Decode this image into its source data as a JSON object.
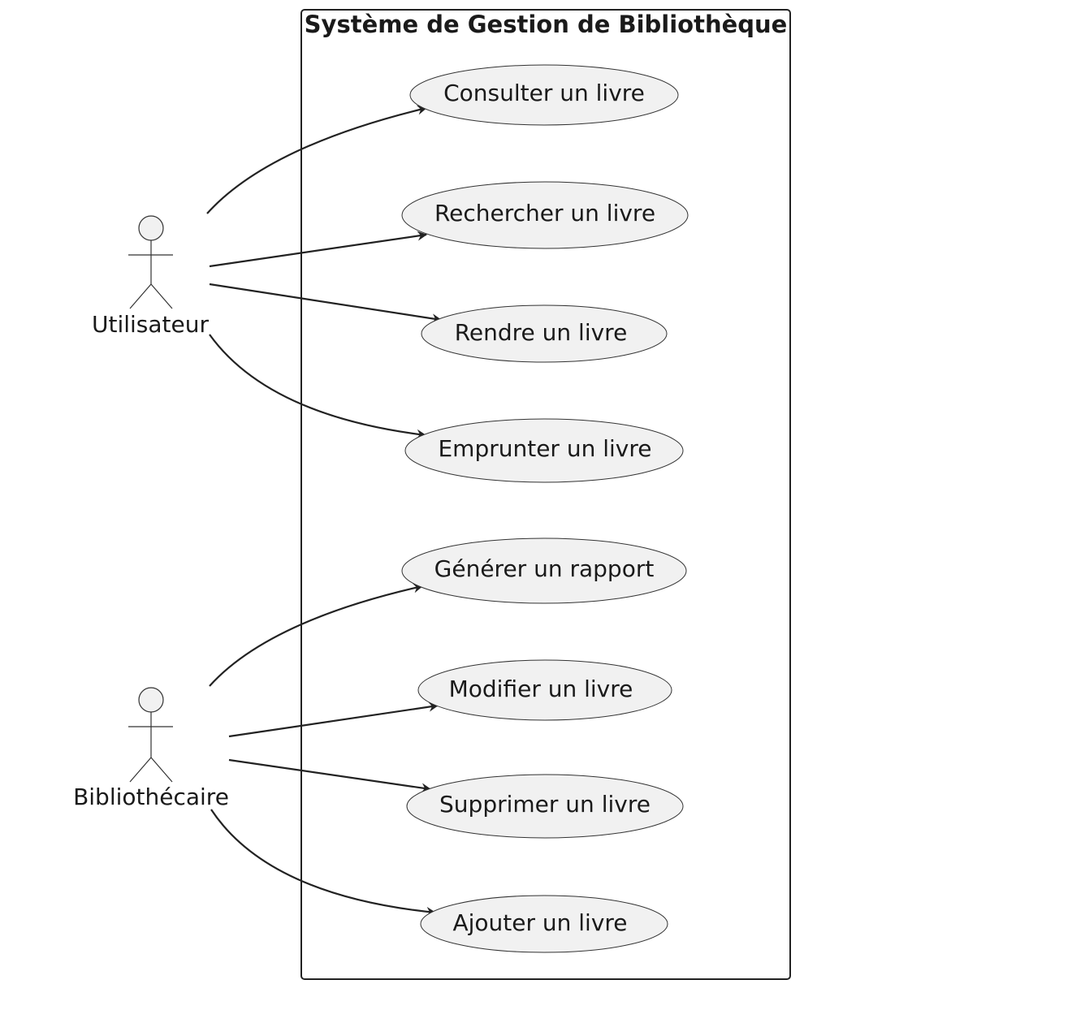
{
  "system": {
    "title": "Système de Gestion de Bibliothèque"
  },
  "actors": [
    {
      "id": "utilisateur",
      "label": "Utilisateur"
    },
    {
      "id": "bibliothecaire",
      "label": "Bibliothécaire"
    }
  ],
  "use_cases": [
    {
      "id": "consulter",
      "label": "Consulter un livre"
    },
    {
      "id": "rechercher",
      "label": "Rechercher un livre"
    },
    {
      "id": "rendre",
      "label": "Rendre un livre"
    },
    {
      "id": "emprunter",
      "label": "Emprunter un livre"
    },
    {
      "id": "generer",
      "label": "Générer un rapport"
    },
    {
      "id": "modifier",
      "label": "Modifier un livre"
    },
    {
      "id": "supprimer",
      "label": "Supprimer un livre"
    },
    {
      "id": "ajouter",
      "label": "Ajouter un livre"
    }
  ],
  "associations": [
    {
      "from": "utilisateur",
      "to": "consulter"
    },
    {
      "from": "utilisateur",
      "to": "rechercher"
    },
    {
      "from": "utilisateur",
      "to": "rendre"
    },
    {
      "from": "utilisateur",
      "to": "emprunter"
    },
    {
      "from": "bibliothecaire",
      "to": "generer"
    },
    {
      "from": "bibliothecaire",
      "to": "modifier"
    },
    {
      "from": "bibliothecaire",
      "to": "supprimer"
    },
    {
      "from": "bibliothecaire",
      "to": "ajouter"
    }
  ]
}
